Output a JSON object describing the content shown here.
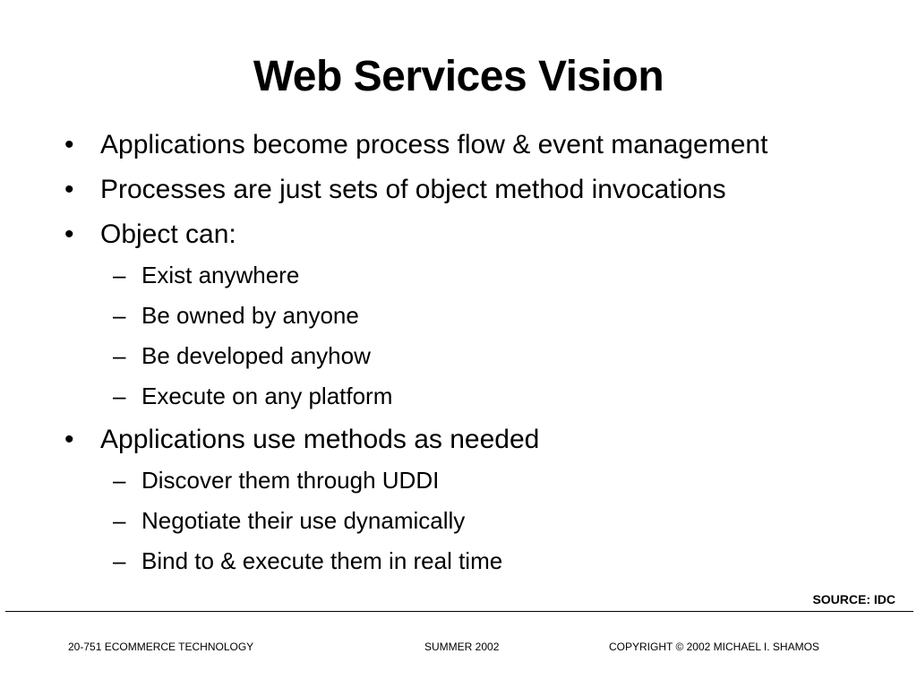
{
  "slide": {
    "title": "Web Services Vision",
    "bullet_marker": "•",
    "dash_marker": "–",
    "items": [
      {
        "level": 1,
        "text": "Applications become process flow & event management"
      },
      {
        "level": 1,
        "text": "Processes are just sets of object method invocations"
      },
      {
        "level": 1,
        "text": "Object can:"
      },
      {
        "level": 2,
        "text": "Exist anywhere"
      },
      {
        "level": 2,
        "text": "Be owned by anyone"
      },
      {
        "level": 2,
        "text": "Be developed anyhow"
      },
      {
        "level": 2,
        "text": "Execute on any platform"
      },
      {
        "level": 1,
        "text": "Applications use methods as needed"
      },
      {
        "level": 2,
        "text": "Discover them through UDDI"
      },
      {
        "level": 2,
        "text": "Negotiate their use dynamically"
      },
      {
        "level": 2,
        "text": "Bind to & execute them in real time"
      }
    ],
    "source": "SOURCE: IDC"
  },
  "footer": {
    "left": "20-751 ECOMMERCE TECHNOLOGY",
    "center": "SUMMER 2002",
    "right": "COPYRIGHT © 2002 MICHAEL I. SHAMOS"
  }
}
